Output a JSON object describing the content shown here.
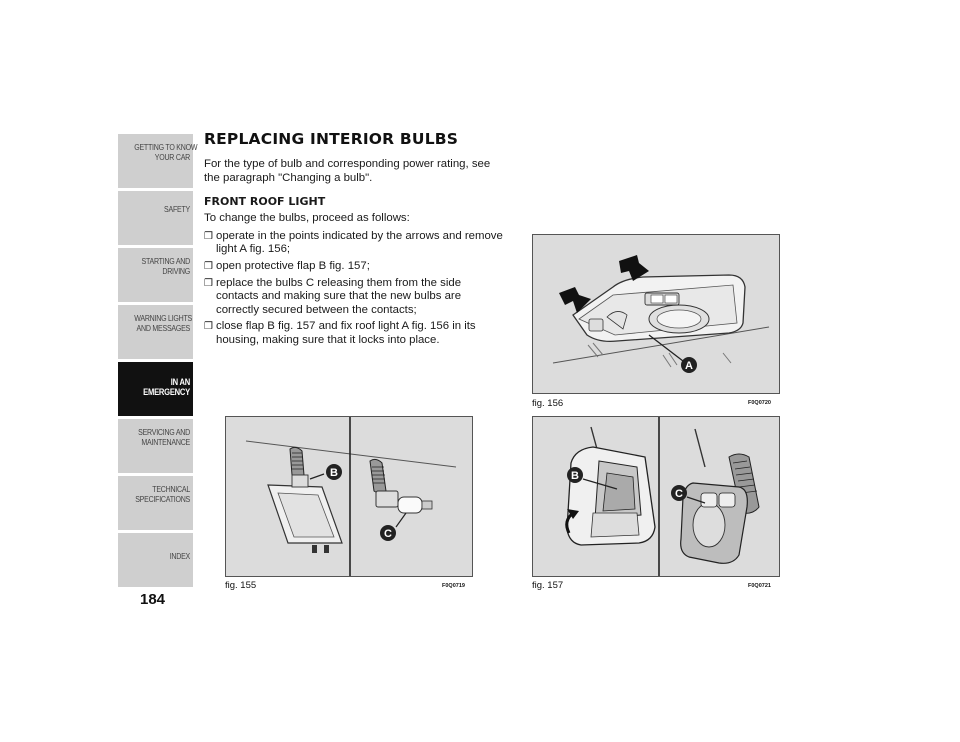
{
  "sidebar": {
    "tabs": [
      {
        "line1": "GETTING TO KNOW",
        "line2": "YOUR CAR"
      },
      {
        "line1": "SAFETY",
        "line2": ""
      },
      {
        "line1": "STARTING AND",
        "line2": "DRIVING"
      },
      {
        "line1": "WARNING LIGHTS",
        "line2": "AND MESSAGES"
      },
      {
        "line1": "IN AN",
        "line2": "EMERGENCY"
      },
      {
        "line1": "SERVICING AND",
        "line2": "MAINTENANCE"
      },
      {
        "line1": "TECHNICAL",
        "line2": "SPECIFICATIONS"
      },
      {
        "line1": "INDEX",
        "line2": ""
      }
    ],
    "active_tab": "IN AN EMERGENCY"
  },
  "page_number": "184",
  "content": {
    "title": "REPLACING INTERIOR BULBS",
    "intro": "For the type of bulb and corresponding power rating, see the paragraph \"Changing a bulb\".",
    "subtitle": "FRONT ROOF LIGHT",
    "lead": "To change the bulbs, proceed as follows:",
    "bullet_glyph": "❒",
    "steps": [
      "operate in the points indicated by the arrows and remove light A fig. 156;",
      "open protective flap B fig. 157;",
      "replace the bulbs C releasing them from the side contacts and making sure that the new bulbs are correctly secured between the contacts;",
      "close flap B fig. 157 and fix roof light A fig. 156 in its housing, making sure that it locks into place."
    ]
  },
  "figures": {
    "fig155": {
      "caption": "fig. 155",
      "code": "F0Q0719",
      "labels": [
        "B",
        "C"
      ]
    },
    "fig156": {
      "caption": "fig. 156",
      "code": "F0Q0720",
      "labels": [
        "A"
      ]
    },
    "fig157": {
      "caption": "fig. 157",
      "code": "F0Q0721",
      "labels": [
        "B",
        "C"
      ]
    }
  },
  "colors": {
    "tab_bg": "#cfcfcf",
    "tab_active": "#111111",
    "figure_bg": "#dcdcdc",
    "callout": "#222222"
  }
}
